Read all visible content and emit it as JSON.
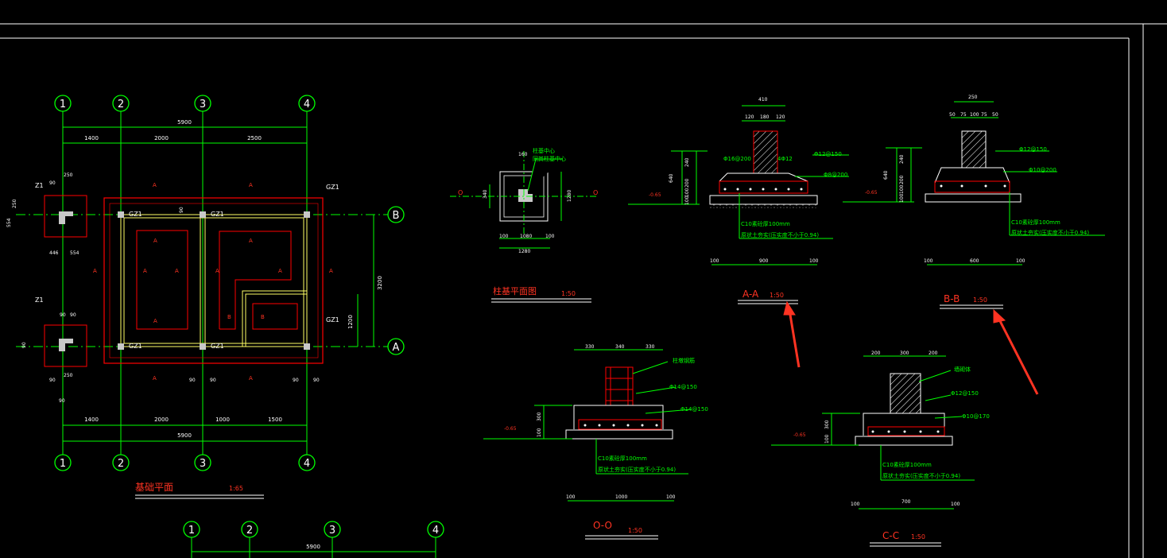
{
  "colors": {
    "background": "#000000",
    "grid": "#00ff00",
    "wall": "#ff0000",
    "text_dim": "#ffffff",
    "label": "#ff0000",
    "note": "#00ff00",
    "frame": "#ffffff",
    "column": "#c8c8c8",
    "beam": "#ffff66",
    "arrow": "#ff3322"
  },
  "plan": {
    "title": "基础平面",
    "scale": "1:65",
    "axes_x": [
      "1",
      "2",
      "3",
      "4"
    ],
    "axes_y": [
      "B",
      "A"
    ],
    "dims_top_total": "5900",
    "dims_top": [
      "1400",
      "2000",
      "2500"
    ],
    "dims_bottom": [
      "1400",
      "2000",
      "1000",
      "1500"
    ],
    "dims_bottom_total": "5900",
    "dim_right_total": "3200",
    "dim_right_sub": "1200",
    "gz_labels": [
      "GZ1",
      "GZ1",
      "GZ1",
      "GZ1",
      "GZ1",
      "GZ1"
    ],
    "z_labels": [
      "Z1",
      "Z1"
    ],
    "section_marks": [
      "A",
      "A",
      "A",
      "A",
      "A",
      "A",
      "A",
      "A",
      "A",
      "A",
      "A",
      "B",
      "B",
      "A",
      "A"
    ],
    "small_dims": [
      "250",
      "90",
      "446",
      "554",
      "250",
      "90",
      "90",
      "554",
      "250",
      "90",
      "90",
      "90",
      "90",
      "90",
      "90",
      "90"
    ],
    "wall_dim": "90"
  },
  "bottom_axes": {
    "axes_x": [
      "1",
      "2",
      "3",
      "4"
    ],
    "dim_total": "5900"
  },
  "column_plan": {
    "title": "柱基平面图",
    "scale": "1:50",
    "notes": [
      "柱基中心",
      "同其柱基中心"
    ],
    "dims": [
      "160",
      "340",
      "1280",
      "100",
      "1080",
      "100",
      "1280"
    ],
    "mark_left": "O",
    "mark_right": "O"
  },
  "section_aa": {
    "title": "A-A",
    "scale": "1:50",
    "dims_top": [
      "410",
      "120",
      "180",
      "120"
    ],
    "dims_left": [
      "640",
      "240",
      "200",
      "100",
      "100"
    ],
    "rebar": [
      "Φ16@200",
      "4Φ12",
      "Φ12@150",
      "Φ8@200"
    ],
    "elev": "-0.65",
    "notes": [
      "C10素砼厚100mm",
      "原状土夯实(压实度不小于0.94)"
    ],
    "dims_bottom": [
      "100",
      "900",
      "100"
    ]
  },
  "section_bb": {
    "title": "B-B",
    "scale": "1:50",
    "dims_top": [
      "250",
      "50",
      "75",
      "100",
      "75",
      "50"
    ],
    "dims_left": [
      "640",
      "240",
      "200",
      "100",
      "100"
    ],
    "rebar": [
      "Φ12@150",
      "Φ10@200"
    ],
    "elev": "-0.65",
    "notes": [
      "C10素砼厚100mm",
      "原状土夯实(压实度不小于0.94)"
    ],
    "dims_bottom": [
      "100",
      "600",
      "100"
    ]
  },
  "section_oo": {
    "title": "O-O",
    "scale": "1:50",
    "dims_top": [
      "330",
      "340",
      "330"
    ],
    "dims_left": [
      "300",
      "100"
    ],
    "rebar": [
      "柱墩钢筋",
      "Φ14@150",
      "Φ14@150"
    ],
    "elev": "-0.65",
    "notes": [
      "C10素砼厚100mm",
      "原状土夯实(压实度不小于0.94)"
    ],
    "dims_bottom": [
      "100",
      "1000",
      "100"
    ]
  },
  "section_cc": {
    "title": "C-C",
    "scale": "1:50",
    "dims_top": [
      "200",
      "300",
      "200"
    ],
    "dims_left": [
      "300",
      "100"
    ],
    "rebar": [
      "墙砌体",
      "Φ12@150",
      "Φ10@170"
    ],
    "elev": "-0.65",
    "notes": [
      "C10素砼厚100mm",
      "原状土夯实(压实度不小于0.94)"
    ],
    "dims_bottom": [
      "100",
      "700",
      "100"
    ]
  }
}
